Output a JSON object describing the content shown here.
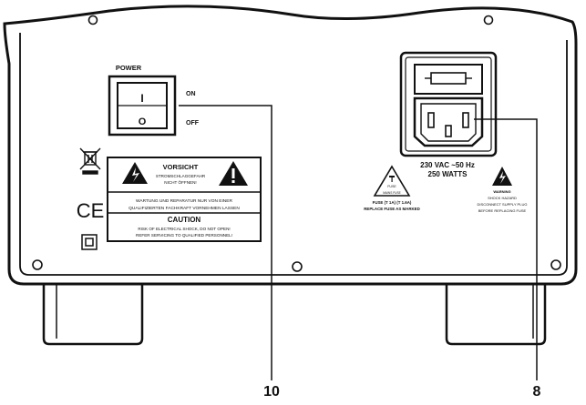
{
  "power": {
    "label": "POWER",
    "on": "ON",
    "off": "OFF",
    "switch_on_glyph": "I",
    "switch_off_glyph": "O"
  },
  "warning_label": {
    "vorsicht_title": "VORSICHT",
    "vorsicht_line1": "STROMSCHLAGGEFAHR",
    "vorsicht_line2": "NICHT ÖFFNEN!",
    "german_line1": "WARTUNG UND REPARATUR NUR VON EINER",
    "german_line2": "QUALIFIZIERTEN FACHKRAFT VORNEHMEN LASSEN",
    "caution_title": "CAUTION",
    "caution_line1": "RISK OF ELECTRICAL SHOCK, DO NOT OPEN!",
    "caution_line2": "REFER SERVICING TO QUALIFIED PERSONNEL!"
  },
  "ce_mark": "CE",
  "power_rating": {
    "voltage": "230 VAC ~50 Hz",
    "watts": "250 WATTS"
  },
  "fuse_notice": {
    "fuse_symbol": "FUSE",
    "symbol_caption": "MAINS FUSE",
    "line1": "FUSE (T 1A) (T 1.6A)",
    "line2": "REPLACE FUSE AS MARKED"
  },
  "shock_warning": {
    "title": "WARNING",
    "line1": "SHOCK HAZARD",
    "line2": "DISCONNECT SUPPLY PLUG",
    "line3": "BEFORE REPLACING FUSE"
  },
  "callouts": {
    "power_switch": "10",
    "mains_socket": "8"
  },
  "colors": {
    "line": "#111111",
    "panel": "#ffffff"
  }
}
